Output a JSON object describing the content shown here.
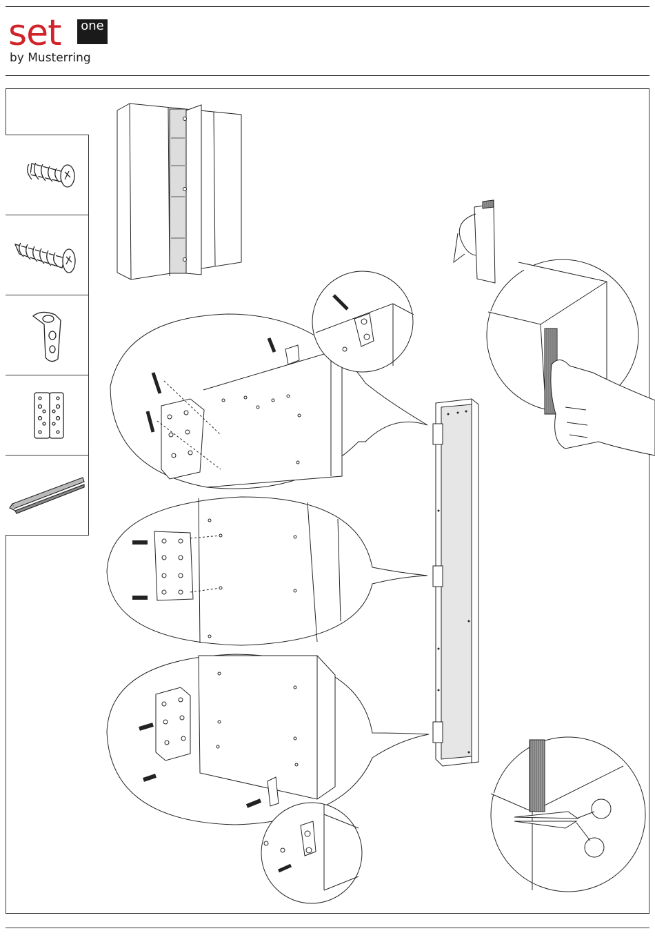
{
  "brand": {
    "word": "set",
    "badge": "one",
    "tagline": "by Musterring",
    "accent_color": "#d2232a"
  },
  "parts": [
    {
      "icon": "short-screw-icon"
    },
    {
      "icon": "long-screw-icon"
    },
    {
      "icon": "small-angle-bracket-icon"
    },
    {
      "icon": "hinge-plate-icon"
    },
    {
      "icon": "rubber-seal-strip-icon"
    }
  ],
  "illustrations": [
    "wardrobe-overview-icon",
    "door-panel-icon",
    "top-bracket-detail-icon",
    "middle-bracket-detail-icon",
    "bottom-bracket-detail-icon",
    "corner-bracket-closeup-icon",
    "bottom-corner-closeup-icon",
    "seal-strip-peel-icon",
    "press-seal-hand-icon",
    "cut-seal-scissors-icon"
  ]
}
